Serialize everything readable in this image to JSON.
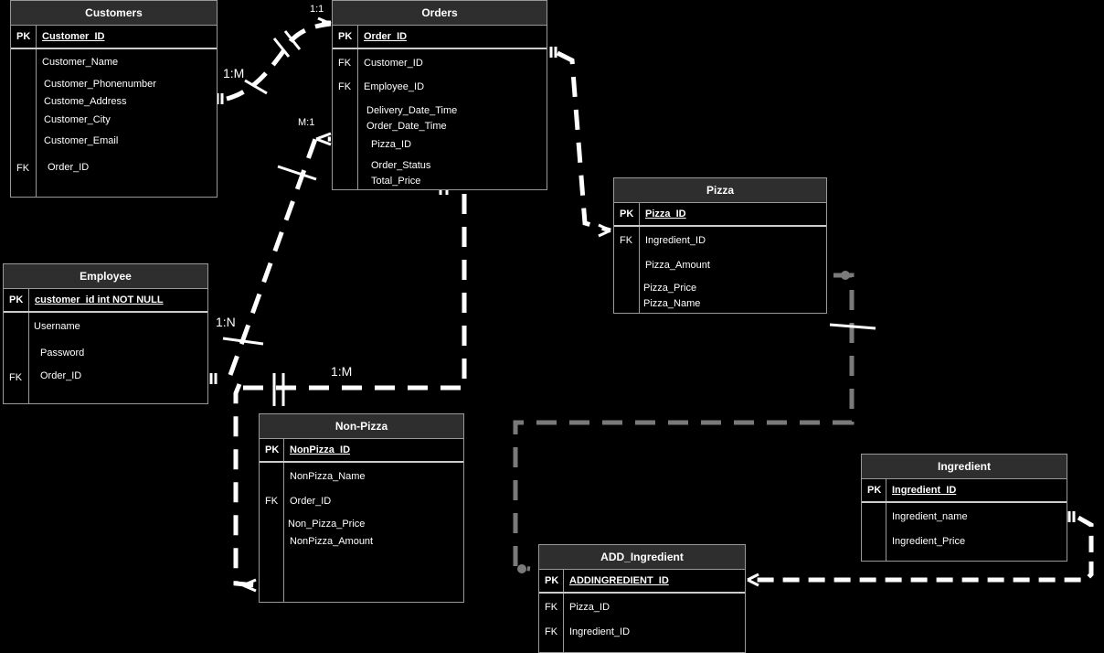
{
  "entities": {
    "customers": {
      "title": "Customers",
      "pk_label": "PK",
      "pk_field": "Customer_ID",
      "fields": [
        "Customer_Name",
        "Customer_Phonenumber",
        "Custome_Address",
        "Customer_City",
        "Customer_Email",
        "Order_ID"
      ],
      "fk_label": "FK"
    },
    "orders": {
      "title": "Orders",
      "pk_label": "PK",
      "pk_field": "Order_ID",
      "fields": [
        "Customer_ID",
        "Employee_ID",
        "Delivery_Date_Time",
        "Order_Date_Time",
        "Pizza_ID",
        "Order_Status",
        "Total_Price"
      ],
      "fk1_label": "FK",
      "fk2_label": "FK"
    },
    "employee": {
      "title": "Employee",
      "pk_label": "PK",
      "pk_field": "customer_id int NOT NULL",
      "fields": [
        "Username",
        "Password",
        "Order_ID"
      ],
      "fk_label": "FK"
    },
    "pizza": {
      "title": "Pizza",
      "pk_label": "PK",
      "pk_field": "Pizza_ID",
      "fields": [
        "Ingredient_ID",
        "Pizza_Amount",
        "Pizza_Price",
        "Pizza_Name"
      ],
      "fk_label": "FK"
    },
    "nonpizza": {
      "title": "Non-Pizza",
      "pk_label": "PK",
      "pk_field": "NonPizza_ID",
      "fields": [
        "NonPizza_Name",
        "Order_ID",
        "Non_Pizza_Price",
        "NonPizza_Amount"
      ],
      "fk_label": "FK"
    },
    "ingredient": {
      "title": "Ingredient",
      "pk_label": "PK",
      "pk_field": "Ingredient_ID",
      "fields": [
        "Ingredient_name",
        "Ingredient_Price"
      ]
    },
    "add_ingredient": {
      "title": "ADD_Ingredient",
      "pk_label": "PK",
      "pk_field": "ADDINGREDIENT_ID",
      "fields": [
        "Pizza_ID",
        "Ingredient_ID"
      ],
      "fk1_label": "FK",
      "fk2_label": "FK"
    }
  },
  "cardinalities": {
    "customers_orders_top": "1:1",
    "customers_orders_left": "1:M",
    "orders_employee": "M:1",
    "employee_left": "1:N",
    "nonpizza_orders": "1:M"
  },
  "colors": {
    "background": "#000000",
    "entity_border": "#999999",
    "title_bg": "#2e2e2e",
    "connector": "#ffffff",
    "connector_dim": "#7a7a7a"
  }
}
